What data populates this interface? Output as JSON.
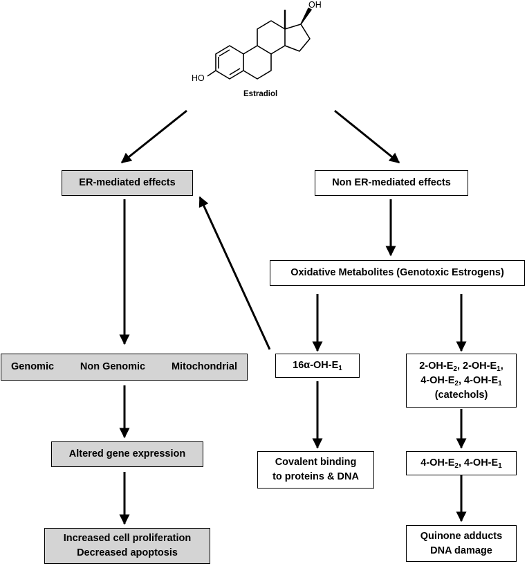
{
  "molecule": {
    "name": "Estradiol",
    "oh_top": "OH",
    "oh_left": "HO"
  },
  "left_branch": {
    "er_mediated": "ER-mediated effects",
    "effects": [
      "Genomic",
      "Non Genomic",
      "Mitochondrial"
    ],
    "altered_gene": "Altered gene expression",
    "outcome": [
      "Increased cell proliferation",
      "Decreased apoptosis"
    ]
  },
  "right_branch": {
    "non_er_mediated": "Non ER-mediated effects",
    "oxidative": "Oxidative Metabolites (Genotoxic Estrogens)",
    "hydroxy16": {
      "prefix": "16α-OH-E",
      "sub": "1"
    },
    "covalent": [
      "Covalent binding",
      "to proteins & DNA"
    ],
    "catechols": [
      [
        {
          "t": "2-OH-E",
          "s": "2"
        },
        {
          "t": ", 2-OH-E",
          "s": "1"
        },
        {
          "t": ",",
          "s": ""
        }
      ],
      [
        {
          "t": "4-OH-E",
          "s": "2"
        },
        {
          "t": ", 4-OH-E",
          "s": "1"
        }
      ],
      [
        {
          "t": "(catechols)",
          "s": ""
        }
      ]
    ],
    "hydroxy4": [
      {
        "t": "4-OH-E",
        "s": "2"
      },
      {
        "t": ", 4-OH-E",
        "s": "1"
      }
    ],
    "quinone": [
      "Quinone adducts",
      "DNA damage"
    ]
  }
}
